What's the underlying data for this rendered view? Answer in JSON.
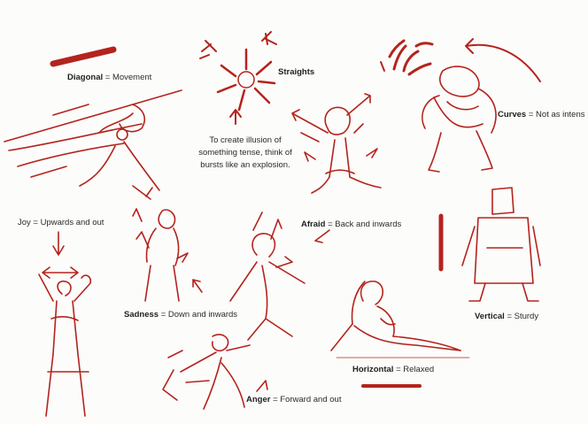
{
  "labels": {
    "diagonal": {
      "bold": "Diagonal",
      "rest": " = Movement"
    },
    "straights": {
      "bold": "Straights"
    },
    "curves": {
      "bold": "Curves",
      "rest": " = Not as intens"
    },
    "tense_note": "To create illusion of\nsomething tense, think of\nbursts like an explosion.",
    "joy": {
      "rest": "Joy = Upwards and out"
    },
    "afraid": {
      "bold": "Afraid",
      "rest": " = Back and inwards"
    },
    "sadness": {
      "bold": "Sadness",
      "rest": " = Down and inwards"
    },
    "vertical": {
      "bold": "Vertical",
      "rest": " = Sturdy"
    },
    "horizontal": {
      "bold": "Horizontal",
      "rest": " = Relaxed"
    },
    "anger": {
      "bold": "Anger",
      "rest": " = Forward and out"
    }
  },
  "colors": {
    "ink": "#b3241d",
    "text": "#2b2b2b",
    "paper": "#fcfcfb"
  },
  "icons": [
    "burst-icon",
    "fireworks-icon",
    "arrow-icon"
  ]
}
